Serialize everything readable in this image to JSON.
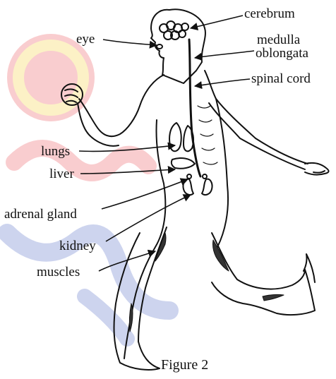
{
  "labels": {
    "cerebrum": "cerebrum",
    "medulla_line1": "medulla",
    "medulla_line2": "oblongata",
    "spinal_cord": "spinal cord",
    "eye": "eye",
    "lungs": "lungs",
    "liver": "liver",
    "adrenal_gland": "adrenal gland",
    "kidney": "kidney",
    "muscles": "muscles"
  },
  "caption": "Figure 2",
  "colors": {
    "ink": "#111111",
    "watermark_red": "#e8222a",
    "watermark_yellow": "#f4c200",
    "watermark_blue": "#1f3fb4"
  }
}
